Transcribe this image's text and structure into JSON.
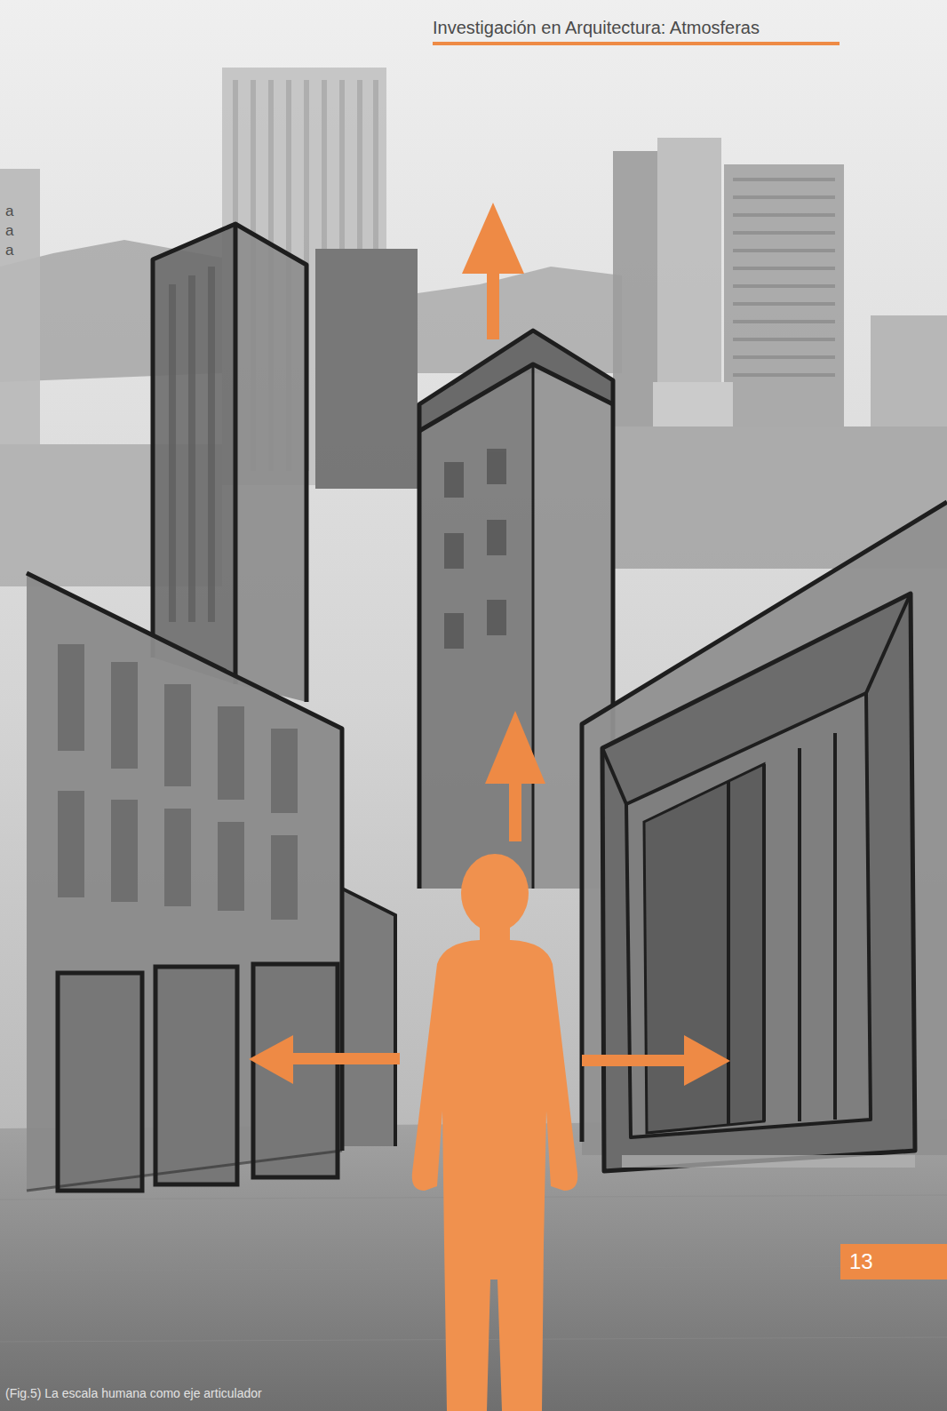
{
  "diagram": {
    "title": "Investigación en Arquitectura: Atmosferas",
    "caption": "(Fig.5) La escala humana como eje articulador",
    "nodes": [
      {
        "text": [
          "13"
        ]
      }
    ],
    "labels": [
      "a",
      "a",
      "a"
    ]
  }
}
